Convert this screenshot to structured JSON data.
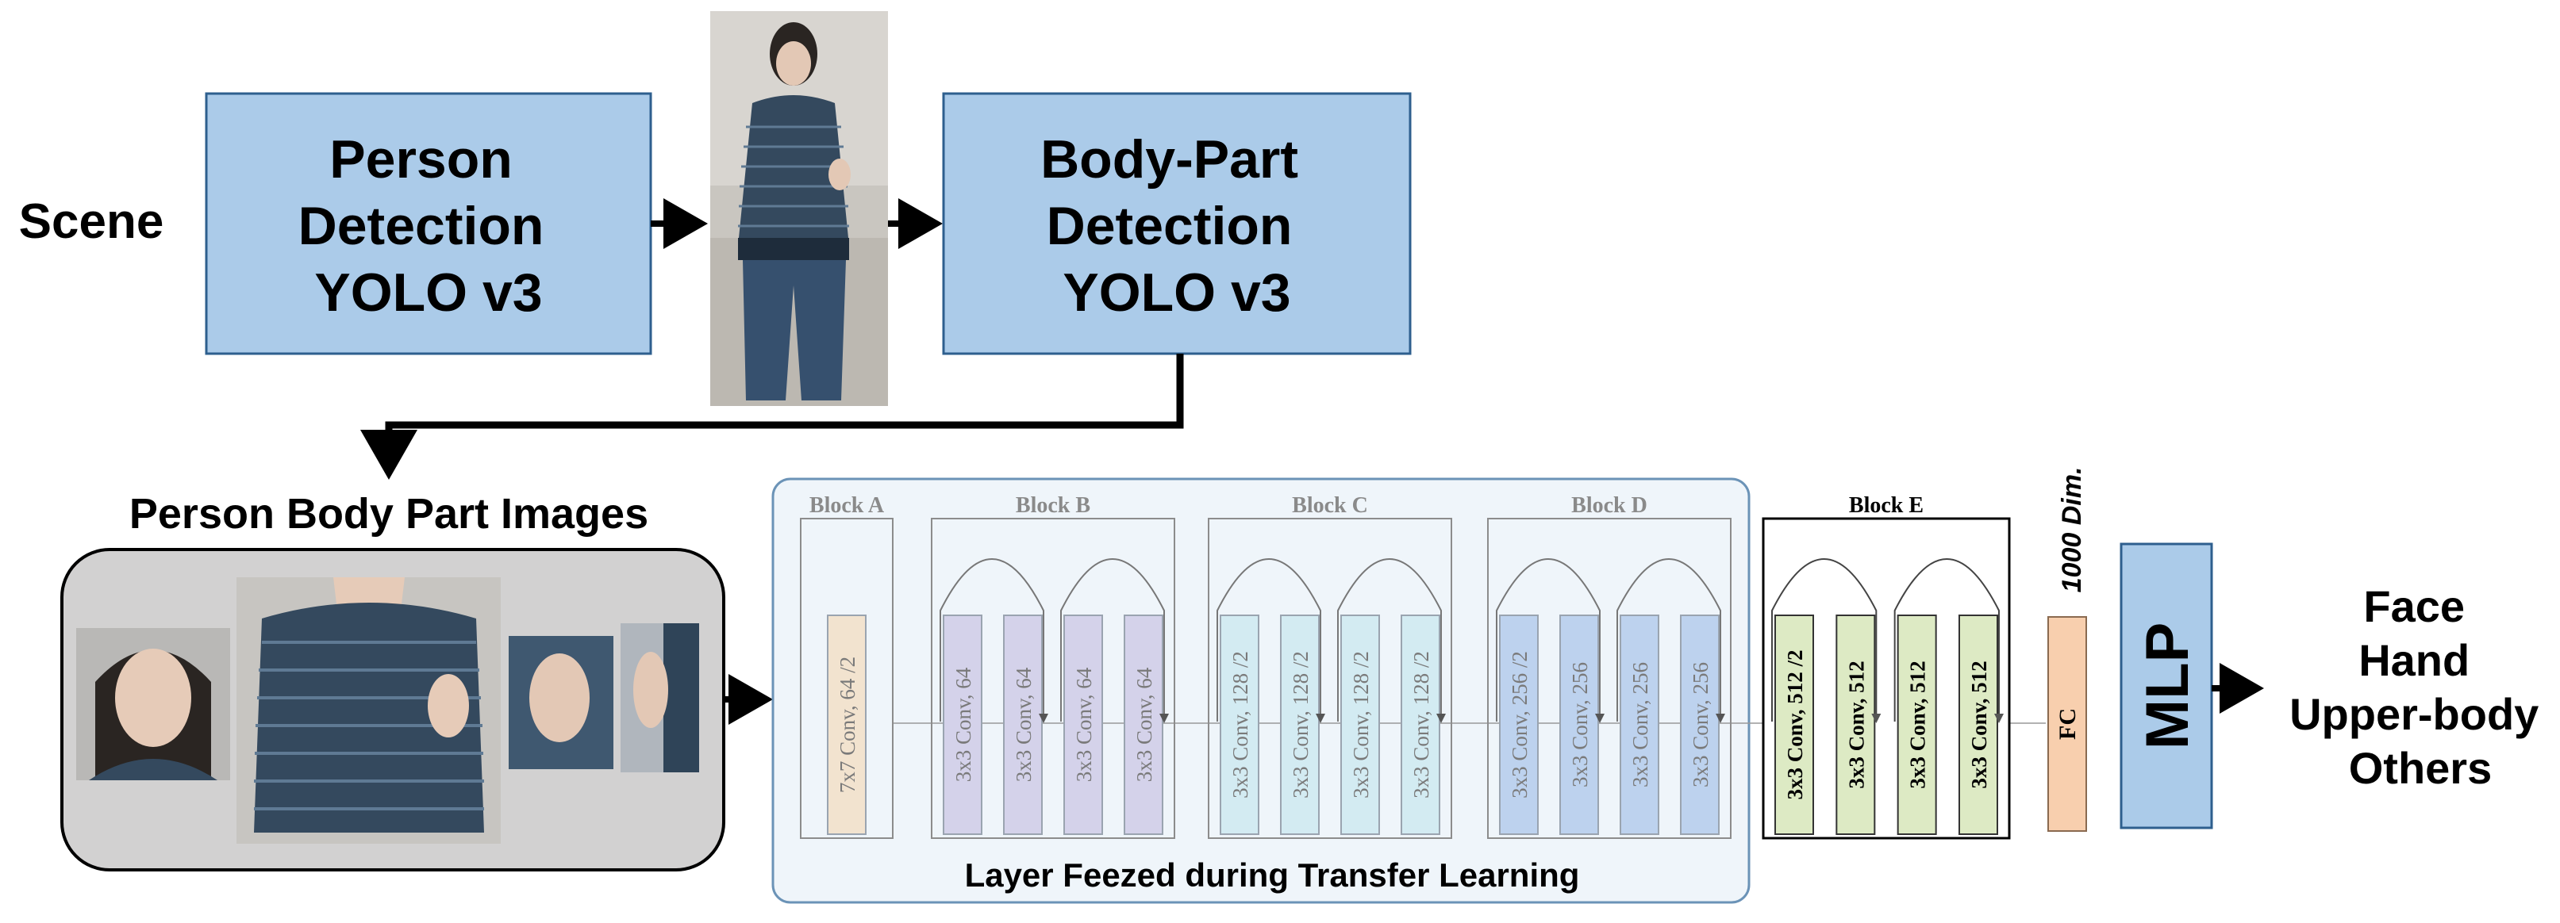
{
  "colors": {
    "detector_fill": "#abcbe9",
    "detector_stroke": "#2e5f8e",
    "images_panel_fill": "#d2d1d1",
    "frozen_panel_fill": "#eff5fa",
    "frozen_panel_stroke": "#6b93b7",
    "block_a_layer": "#f2e3cf",
    "block_b_layer": "#d4d2ea",
    "block_c_layer": "#d3ebf2",
    "block_d_layer": "#bdd2ee",
    "block_e_layer": "#ddeac4",
    "fc_fill": "#f8cfae",
    "mlp_fill": "#abcbe9"
  },
  "icons": {
    "person_photo": "person-standing-photo",
    "face_crop": "face-crop-photo",
    "torso_crop": "upper-body-crop-photo",
    "hand_crop": "hand-crop-photo",
    "hand_crop_2": "hand-crop-photo-2"
  },
  "labels": {
    "scene": "Scene",
    "person_detection": [
      "Person",
      "Detection",
      "YOLO v3"
    ],
    "body_part_detection": [
      "Body-Part",
      "Detection",
      "YOLO v3"
    ],
    "body_part_images_title": "Person Body Part Images",
    "frozen_caption": "Layer Feezed during Transfer Learning",
    "fc_dim": "1000 Dim.",
    "fc": "FC",
    "mlp": "MLP",
    "outputs": [
      "Face",
      "Hand",
      "Upper-body",
      "Others"
    ]
  },
  "blocks": [
    {
      "name": "Block A",
      "layers": [
        "7x7 Conv, 64 /2"
      ]
    },
    {
      "name": "Block B",
      "layers": [
        "3x3 Conv, 64",
        "3x3 Conv, 64",
        "3x3 Conv, 64",
        "3x3 Conv, 64"
      ]
    },
    {
      "name": "Block C",
      "layers": [
        "3x3 Conv, 128 /2",
        "3x3 Conv, 128 /2",
        "3x3 Conv, 128 /2",
        "3x3 Conv, 128 /2"
      ]
    },
    {
      "name": "Block D",
      "layers": [
        "3x3 Conv, 256 /2",
        "3x3 Conv, 256",
        "3x3 Conv, 256",
        "3x3 Conv, 256"
      ]
    },
    {
      "name": "Block E",
      "layers": [
        "3x3 Conv, 512 /2",
        "3x3 Conv, 512",
        "3x3 Conv, 512",
        "3x3 Conv, 512"
      ]
    }
  ]
}
